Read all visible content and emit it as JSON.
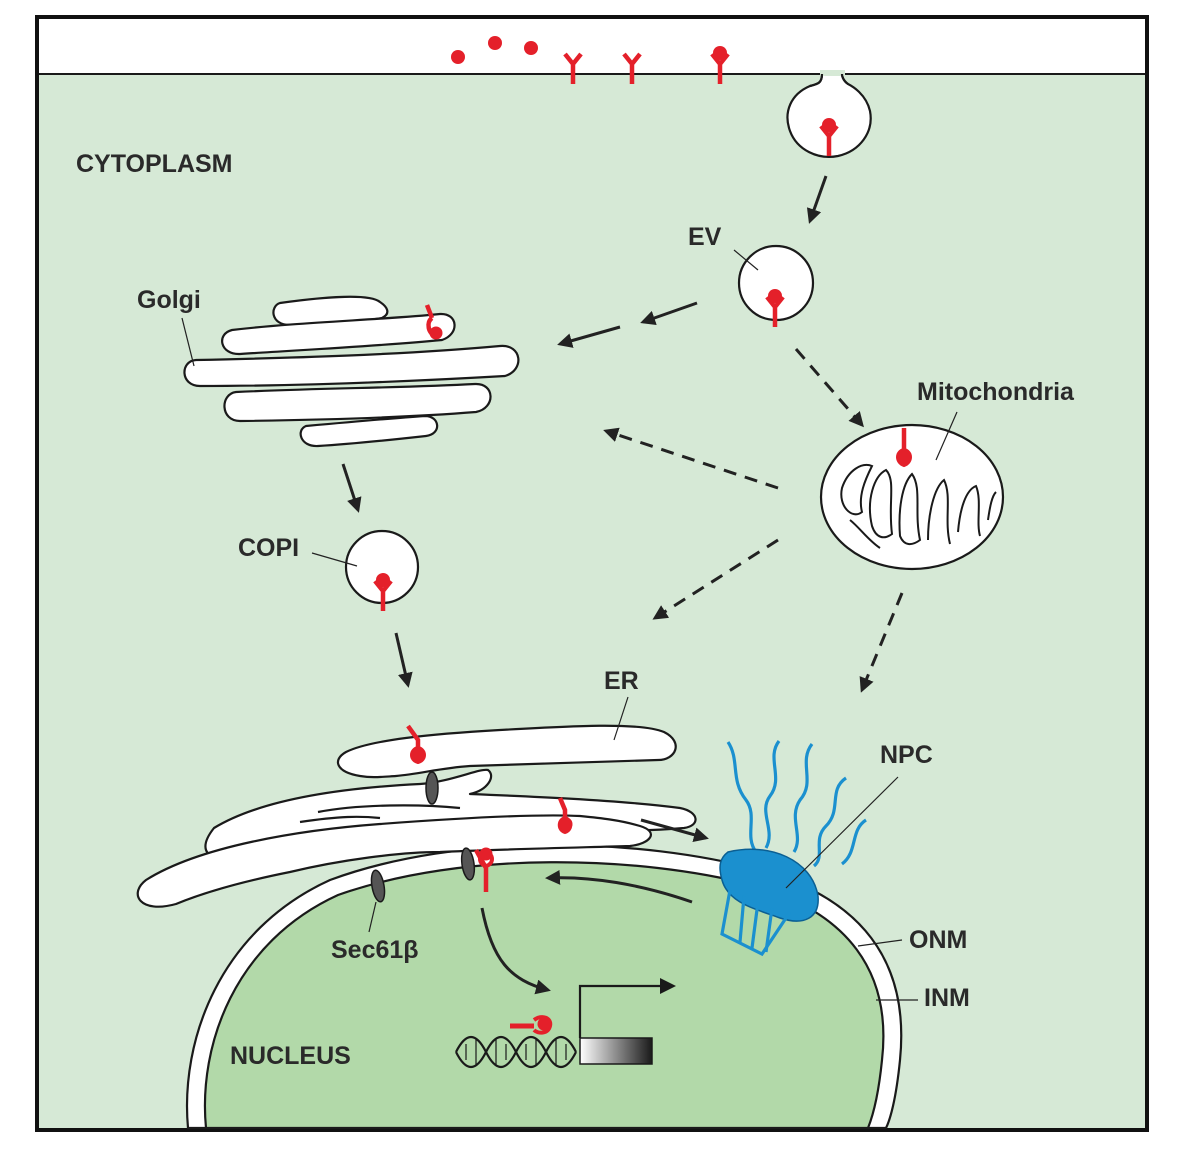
{
  "labels": {
    "cytoplasm": "CYTOPLASM",
    "ev": "EV",
    "golgi": "Golgi",
    "mitochondria": "Mitochondria",
    "copi": "COPI",
    "er": "ER",
    "npc": "NPC",
    "onm": "ONM",
    "inm": "INM",
    "nucleus": "NUCLEUS",
    "sec61b": "Sec61β"
  },
  "colors": {
    "cytoplasm": "#d6e9d6",
    "nucleus": "#b2d9a9",
    "receptor": "#e4202a",
    "npc": "#1b90cf",
    "sec61": "#555555"
  }
}
